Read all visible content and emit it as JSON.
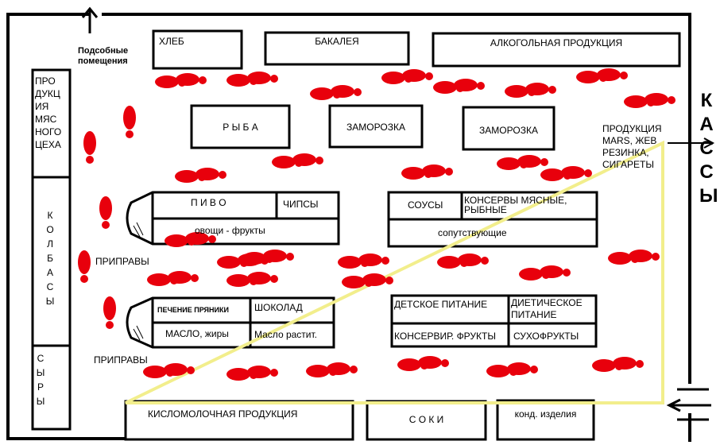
{
  "areas": {
    "utility_rooms": "Подсобные помещения",
    "checkouts": "КАССЫ"
  },
  "sections": {
    "bread": "ХЛЕБ",
    "grocery": "БАКАЛЕЯ",
    "alcohol": "АЛКОГОЛЬНАЯ ПРОДУКЦИЯ",
    "fish": "Р Ы Б А",
    "frozen_1": "ЗАМОРОЗКА",
    "frozen_2": "ЗАМОРОЗКА",
    "meat_shop": "ПРО ДУКЦ ИЯ МЯС НОГО ЦЕХА",
    "sausages": "К О Л Б А С Ы",
    "cheese": "С Ы Р Ы",
    "beer": "П И В О",
    "chips": "ЧИПСЫ",
    "vegetables": "овощи - фрукты",
    "sauces": "СОУСЫ",
    "canned_meat": "КОНСЕРВЫ МЯСНЫЕ, РЫБНЫЕ",
    "related_goods": "сопутствующие",
    "spices_1": "ПРИПРАВЫ",
    "spices_2": "ПРИПРАВЫ",
    "gingerbread": "ПЕЧЕНИЕ ПРЯНИКИ",
    "chocolate": "ШОКОЛАД",
    "butter": "МАСЛО, жиры",
    "vegetable_oil": "Масло растит.",
    "baby_food": "ДЕТСКОЕ ПИТАНИЕ",
    "diet_food": "ДИЕТИЧЕСКОЕ ПИТАНИЕ",
    "canned_fruit": "КОНСЕРВИР. ФРУКТЫ",
    "dried_fruit": "СУХОФРУКТЫ",
    "checkout_goods": "ПРОДУКЦИЯ MARS, ЖЕВ РЕЗИНКА, СИГАРЕТЫ",
    "dairy": "КИСЛОМОЛОЧНАЯ ПРОДУКЦИЯ",
    "juices": "С О К И",
    "confectionery": "конд. изделия"
  },
  "colors": {
    "footprint": "#e8000c",
    "route": "#f2ee8c",
    "outline": "#000000"
  }
}
